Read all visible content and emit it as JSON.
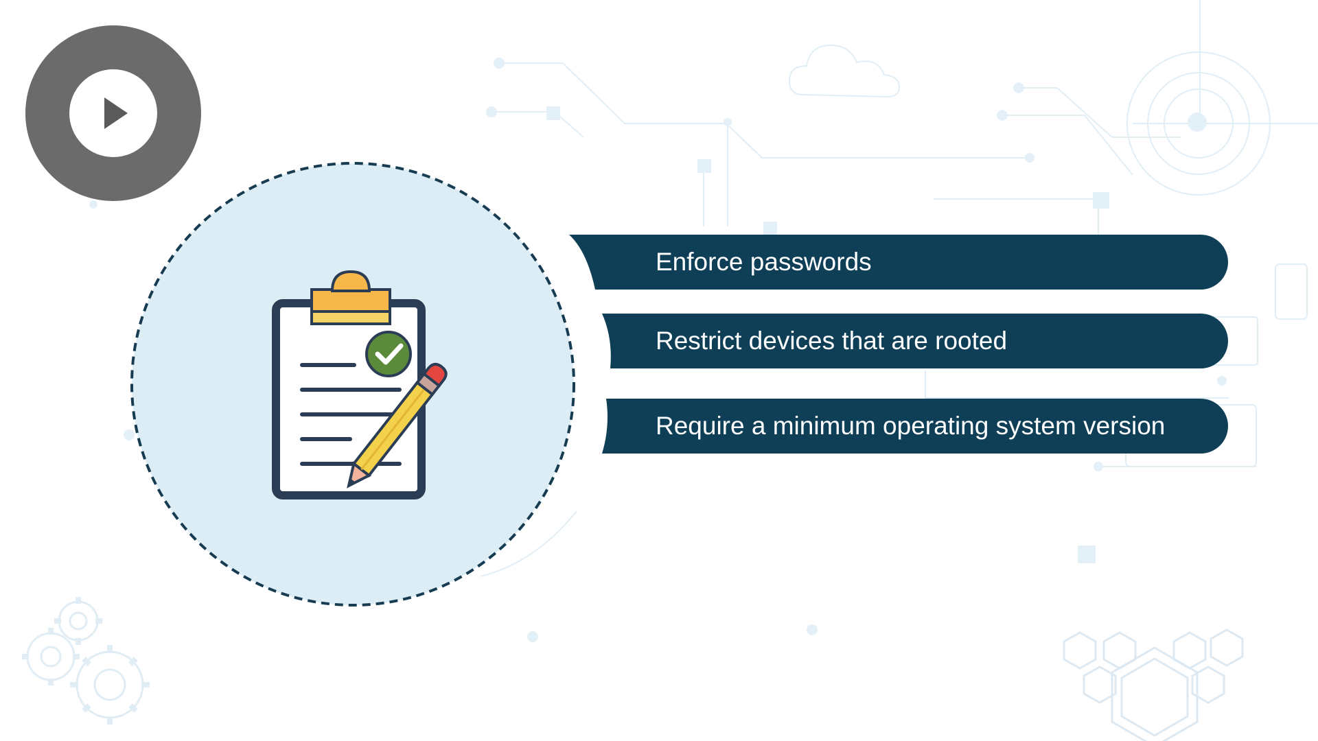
{
  "slide": {
    "bullets": [
      {
        "label": "Enforce passwords"
      },
      {
        "label": "Restrict devices that are rooted"
      },
      {
        "label": "Require a minimum operating system version"
      }
    ]
  },
  "player": {
    "play_icon": "play-icon"
  },
  "icons": {
    "illustration": "clipboard-checklist-icon",
    "pencil": "pencil-icon",
    "check": "checkmark-icon",
    "cloud": "cloud-icon",
    "gears": "gears-icon",
    "hexagons": "hexagon-pattern-icon",
    "phone": "phone-icon"
  },
  "colors": {
    "banner": "#0f3f57",
    "circle_fill": "#dcedf5",
    "circle_stroke": "#173c52",
    "play_outer": "#6b6b6b",
    "play_glyph": "#5a5a5a",
    "clip_yellow": "#f6b84a",
    "check_green": "#5b8a3a",
    "pencil_yellow": "#f4d14b",
    "pencil_eraser": "#e3463f",
    "decor_line": "#dbeaf4"
  }
}
